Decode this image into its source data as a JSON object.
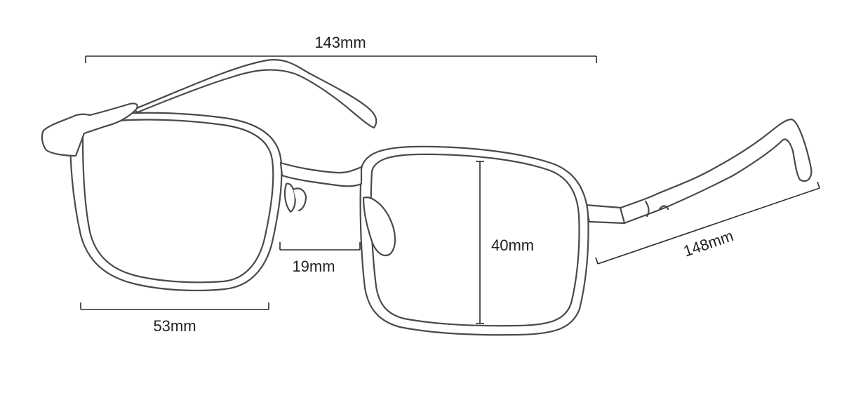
{
  "diagram": {
    "labels": {
      "total_width": "143mm",
      "lens_width": "53mm",
      "bridge_width": "19mm",
      "lens_height": "40mm",
      "temple_length": "148mm"
    },
    "colors": {
      "outline": "#4a4a4a",
      "dimension_line": "#2b2b2b",
      "text": "#222222",
      "background": "#ffffff"
    }
  }
}
